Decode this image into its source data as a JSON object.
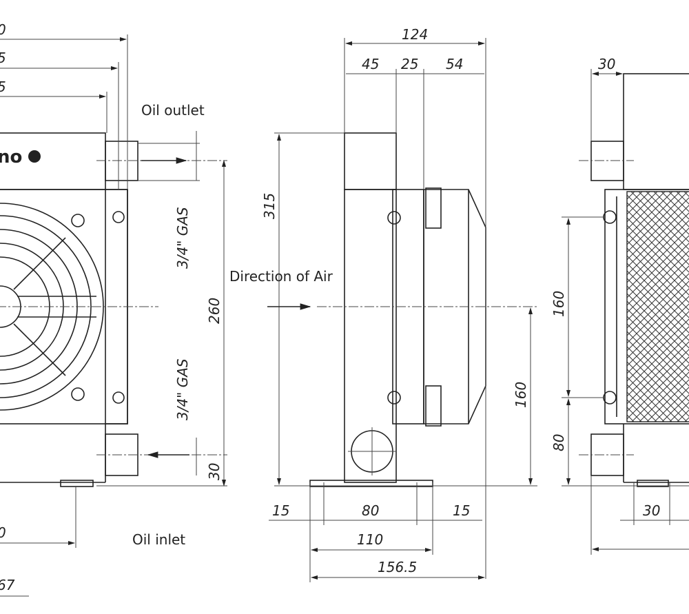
{
  "front_view": {
    "logo_fragment": "no",
    "dims_top": [
      "0",
      "5",
      "5"
    ],
    "oil_outlet": "Oil outlet",
    "oil_inlet": "Oil inlet",
    "port_upper": "3/4\" GAS",
    "port_lower": "3/4\" GAS",
    "height": "260",
    "inlet_offset": "30",
    "bottom_dim": "0",
    "overall": "67"
  },
  "side_view": {
    "width_total": "124",
    "width_a": "45",
    "width_b": "25",
    "width_c": "54",
    "height_total": "315",
    "direction_label": "Direction of Air",
    "center_height": "160",
    "foot_left": "15",
    "foot_span": "80",
    "foot_right": "15",
    "foot_total": "110",
    "overall_depth": "156.5"
  },
  "rear_view": {
    "fitting_width": "30",
    "hole_spacing": "160",
    "lower_offset": "80",
    "foot_width": "30"
  }
}
